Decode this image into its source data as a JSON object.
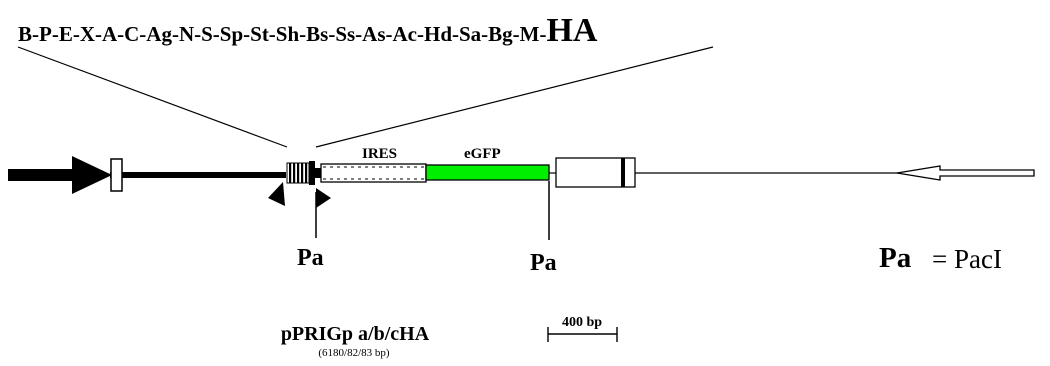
{
  "sites": {
    "list_text": "B-P-E-X-A-C-Ag-N-S-Sp-St-Sh-Bs-Ss-As-Ac-Hd-Sa-Bg-M-",
    "tag_text": "HA"
  },
  "features": {
    "ires_label": "IRES",
    "egfp_label": "eGFP",
    "egfp_color": "#00ee00"
  },
  "pac_sites": {
    "left_label": "Pa",
    "right_label": "Pa"
  },
  "legend": {
    "key_abbr": "Pa",
    "key_eq": "= PacI"
  },
  "plasmid": {
    "name": "pPRIGp a/b/cHA",
    "sizes": "(6180/82/83 bp)"
  },
  "scale_bar": {
    "label": "400 bp"
  }
}
